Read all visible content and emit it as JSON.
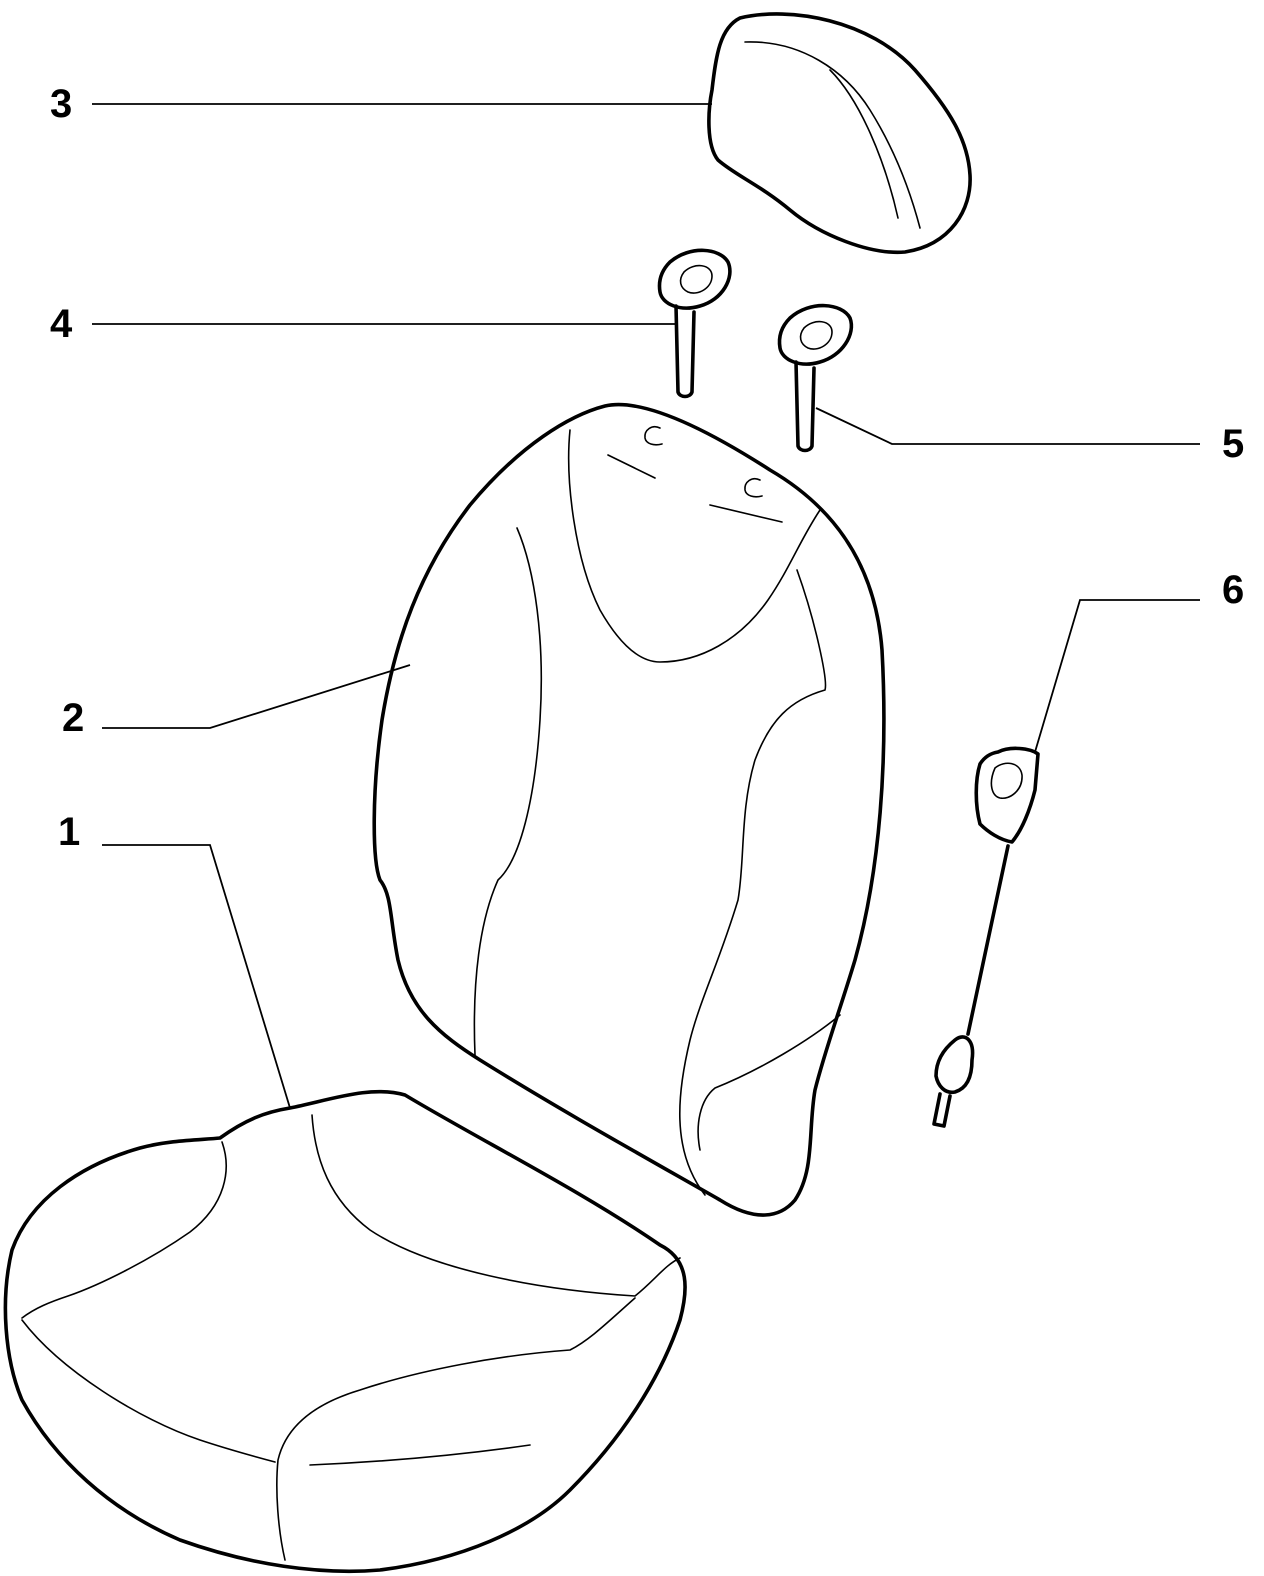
{
  "callouts": [
    {
      "id": "1",
      "label": "1",
      "part": "seat-cushion"
    },
    {
      "id": "2",
      "label": "2",
      "part": "seat-backrest"
    },
    {
      "id": "3",
      "label": "3",
      "part": "headrest"
    },
    {
      "id": "4",
      "label": "4",
      "part": "headrest-guide-left"
    },
    {
      "id": "5",
      "label": "5",
      "part": "headrest-guide-right"
    },
    {
      "id": "6",
      "label": "6",
      "part": "recline-release-cable"
    }
  ],
  "colors": {
    "line": "#000000",
    "background": "#ffffff"
  }
}
